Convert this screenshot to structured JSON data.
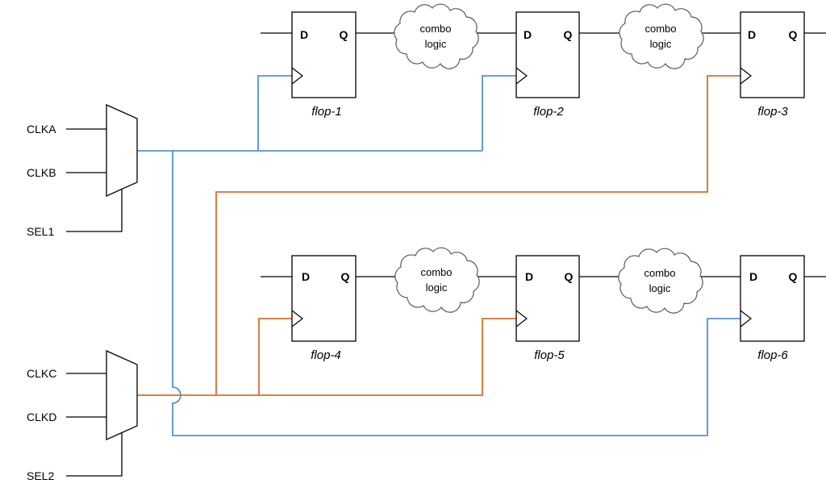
{
  "flops": [
    {
      "label": "flop-1",
      "d": "D",
      "q": "Q"
    },
    {
      "label": "flop-2",
      "d": "D",
      "q": "Q"
    },
    {
      "label": "flop-3",
      "d": "D",
      "q": "Q"
    },
    {
      "label": "flop-4",
      "d": "D",
      "q": "Q"
    },
    {
      "label": "flop-5",
      "d": "D",
      "q": "Q"
    },
    {
      "label": "flop-6",
      "d": "D",
      "q": "Q"
    }
  ],
  "combo_logic": [
    {
      "line1": "combo",
      "line2": "logic"
    },
    {
      "line1": "combo",
      "line2": "logic"
    },
    {
      "line1": "combo",
      "line2": "logic"
    },
    {
      "line1": "combo",
      "line2": "logic"
    }
  ],
  "mux_1": {
    "input_a": "CLKA",
    "input_b": "CLKB",
    "select": "SEL1"
  },
  "mux_2": {
    "input_a": "CLKC",
    "input_b": "CLKD",
    "select": "SEL2"
  },
  "colors": {
    "clock_net_mux_1": "#5592d2",
    "clock_net_mux_2": "#d4702c",
    "wire": "#000000"
  }
}
